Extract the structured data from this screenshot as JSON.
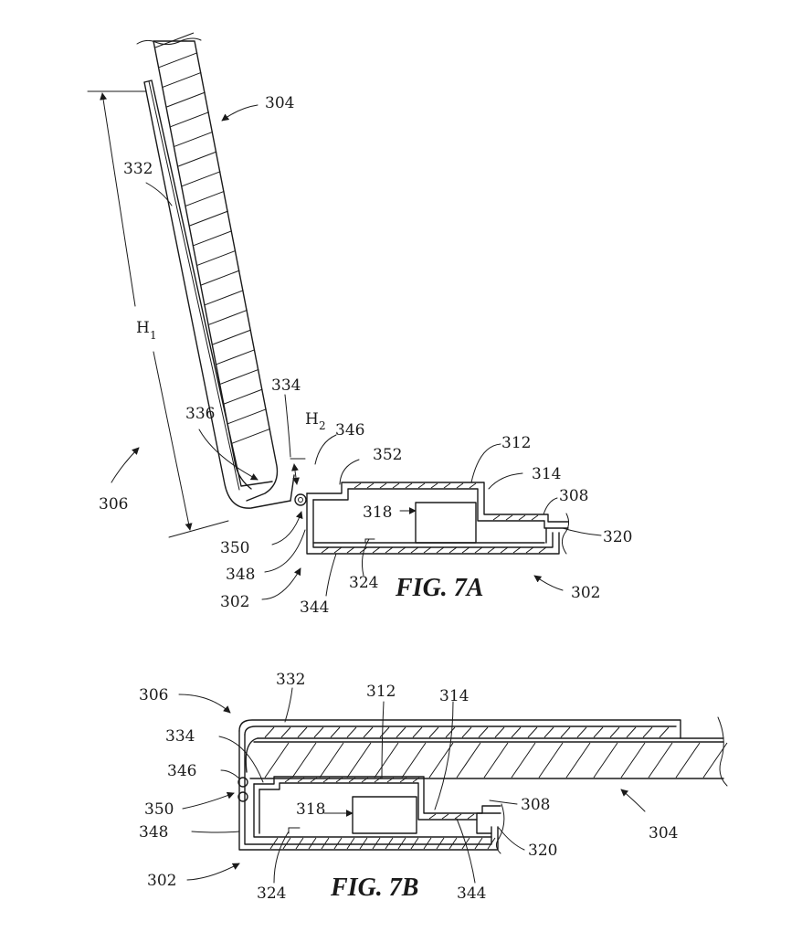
{
  "fig_7a": {
    "caption": "FIG. 7A",
    "labels": {
      "l304": "304",
      "l332": "332",
      "h1": "H",
      "h1_sub": "1",
      "l334": "334",
      "h2": "H",
      "h2_sub": "2",
      "l336": "336",
      "l346": "346",
      "l352": "352",
      "l312": "312",
      "l314": "314",
      "l308": "308",
      "l318": "318",
      "l320": "320",
      "l306": "306",
      "l350": "350",
      "l348": "348",
      "l302a": "302",
      "l344": "344",
      "l324": "324",
      "l302b": "302"
    }
  },
  "fig_7b": {
    "caption": "FIG. 7B",
    "labels": {
      "l306": "306",
      "l332": "332",
      "l312": "312",
      "l314": "314",
      "l334": "334",
      "l346": "346",
      "l350": "350",
      "l318": "318",
      "l308": "308",
      "l348": "348",
      "l304": "304",
      "l320": "320",
      "l302": "302",
      "l324": "324",
      "l344": "344"
    }
  }
}
